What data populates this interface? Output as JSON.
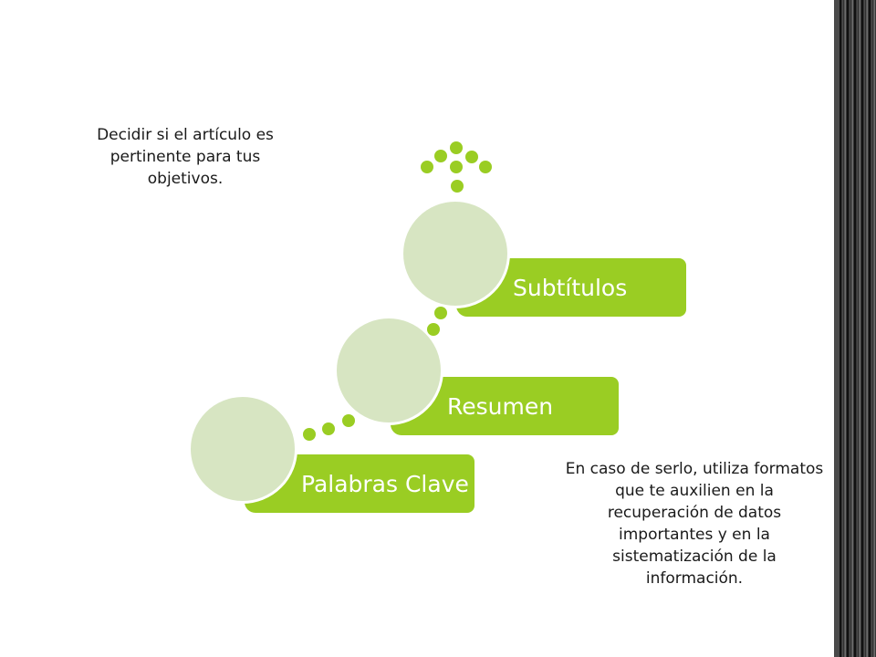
{
  "notes": {
    "top": "Decidir si el artículo es pertinente para tus objetivos.",
    "bottom": "En caso de serlo, utiliza formatos que te auxilien en la recuperación de datos importantes y en la sistematización de la información."
  },
  "steps": [
    {
      "label": "Palabras Clave"
    },
    {
      "label": "Resumen"
    },
    {
      "label": "Subtítulos"
    }
  ],
  "colors": {
    "accent": "#9ACD23",
    "circle_fill": "#D7E5C2",
    "circle_border": "#ffffff",
    "text": "#1a1a1a"
  },
  "icons": {
    "connector": "dotted-connector",
    "burst": "dot-burst-icon"
  }
}
